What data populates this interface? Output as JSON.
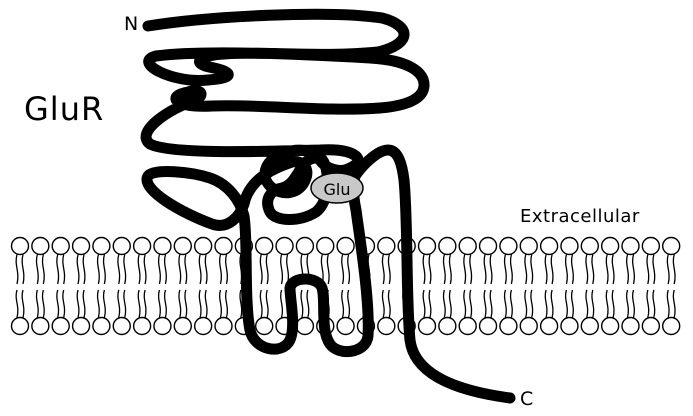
{
  "diagram": {
    "protein_label": "GluR",
    "n_terminus": "N",
    "c_terminus": "C",
    "ligand_label": "Glu",
    "region_label": "Extracellular"
  },
  "colors": {
    "chain": "#000000",
    "ligand_fill": "#c8c8c8",
    "membrane_stroke": "#000000",
    "background": "#ffffff"
  }
}
